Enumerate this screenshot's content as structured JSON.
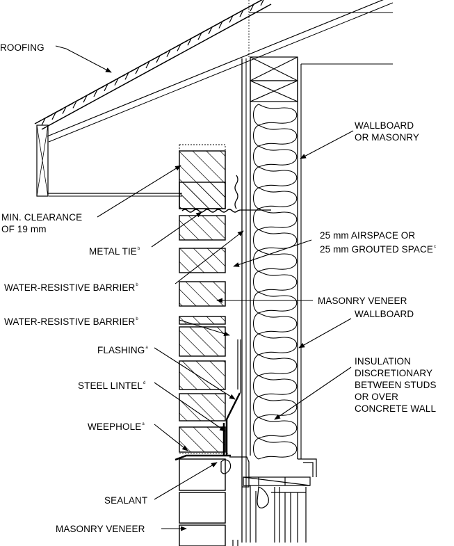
{
  "labels": {
    "roofing": "ROOFING",
    "wallboard_or_masonry_1": "WALLBOARD",
    "wallboard_or_masonry_2": "OR MASONRY",
    "min_clearance_1": "MIN. CLEARANCE",
    "min_clearance_2": "OF  19 mm",
    "metal_tie": "METAL TIE",
    "metal_tie_note": "b",
    "airspace_1": "25 mm AIRSPACE OR",
    "airspace_2": "25 mm GROUTED SPACE",
    "airspace_note": "c",
    "wrb_upper": "WATER-RESISTIVE BARRIER",
    "wrb_upper_note": "b",
    "masonry_veneer_upper": "MASONRY VENEER",
    "wrb_lower": "WATER-RESISTIVE BARRIER",
    "wrb_lower_note": "b",
    "wallboard": "WALLBOARD",
    "flashing": "FLASHING",
    "flashing_note": "a",
    "insulation_1": "INSULATION",
    "insulation_2": "DISCRETIONARY",
    "insulation_3": "BETWEEN STUDS",
    "insulation_4": "OR OVER",
    "insulation_5": "CONCRETE WALL",
    "steel_lintel": "STEEL LINTEL",
    "steel_lintel_note": "d",
    "weephole": "WEEPHOLE",
    "weephole_note": "a",
    "sealant": "SEALANT",
    "masonry_veneer_lower": "MASONRY VENEER"
  },
  "colors": {
    "line": "#000000",
    "background": "#ffffff"
  }
}
